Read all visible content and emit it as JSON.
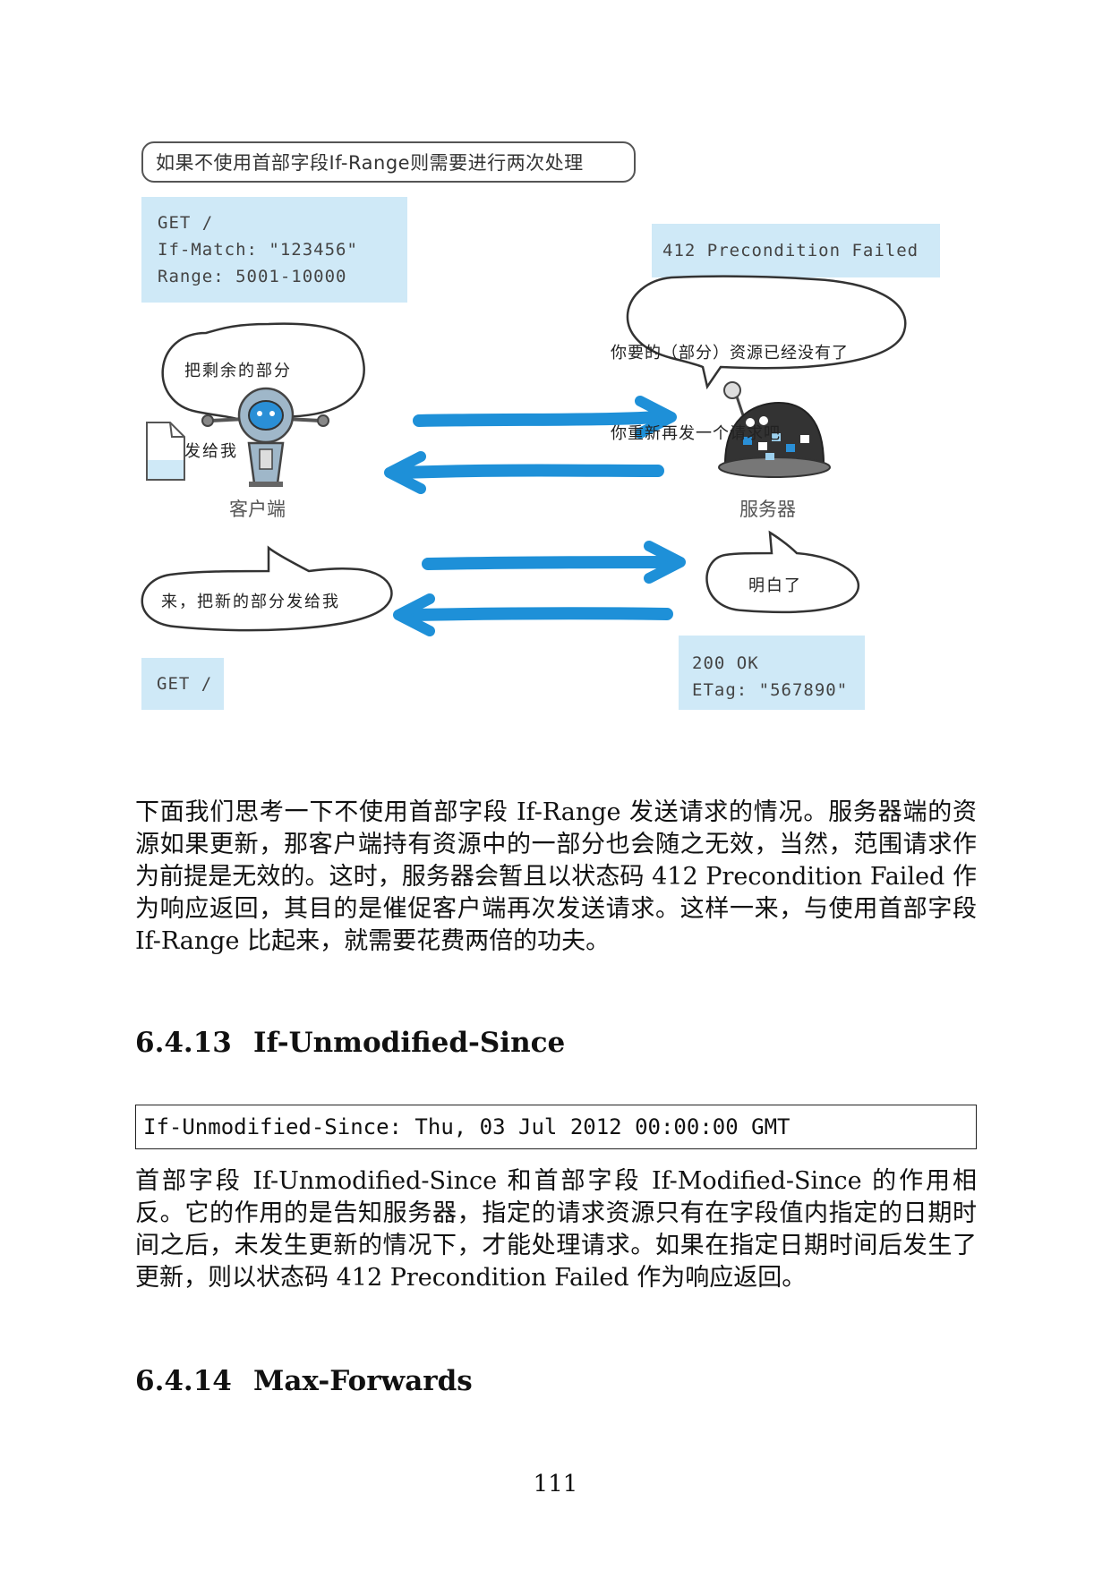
{
  "figure": {
    "caption": "如果不使用首部字段If-Range则需要进行两次处理",
    "request1": [
      "GET /",
      "If-Match: \"123456\"",
      "Range: 5001-10000"
    ],
    "response1": "412 Precondition Failed",
    "client_bubble1": [
      "把剩余的部分",
      "发给我"
    ],
    "server_bubble1": [
      "你要的（部分）资源已经没有了",
      "你重新再发一个请求吧"
    ],
    "client_label": "客户端",
    "server_label": "服务器",
    "server_bubble2": "明白了",
    "client_bubble2": "来，把新的部分发给我",
    "request2": "GET /",
    "response2": [
      "200 OK",
      "ETag: \"567890\""
    ],
    "colors": {
      "arrow": "#1e90d8",
      "codebox": "#cfe9f7"
    }
  },
  "paragraph1": "下面我们思考一下不使用首部字段 If-Range 发送请求的情况。服务器端的资源如果更新，那客户端持有资源中的一部分也会随之无效，当然，范围请求作为前提是无效的。这时，服务器会暂且以状态码 412 Precondition Failed 作为响应返回，其目的是催促客户端再次发送请求。这样一来，与使用首部字段 If-Range 比起来，就需要花费两倍的功夫。",
  "section1": {
    "number": "6.4.13",
    "title": "If-Unmodified-Since"
  },
  "syntax": "If-Unmodified-Since: Thu, 03 Jul 2012 00:00:00 GMT",
  "paragraph2": "首部字段 If-Unmodified-Since 和首部字段 If-Modified-Since 的作用相反。它的作用的是告知服务器，指定的请求资源只有在字段值内指定的日期时间之后，未发生更新的情况下，才能处理请求。如果在指定日期时间后发生了更新，则以状态码 412 Precondition Failed 作为响应返回。",
  "section2": {
    "number": "6.4.14",
    "title": "Max-Forwards"
  },
  "page_number": "111"
}
